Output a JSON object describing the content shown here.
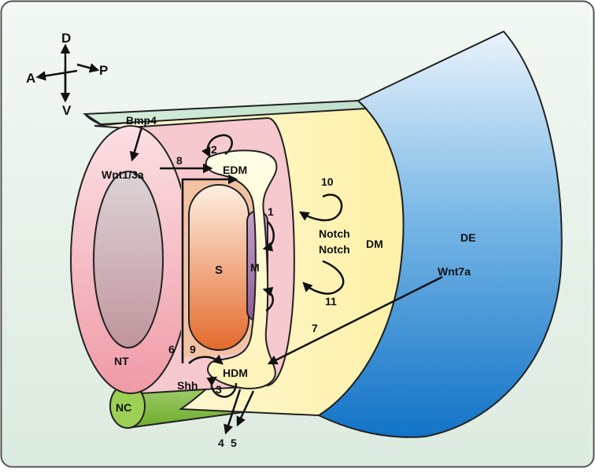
{
  "orientation": {
    "dorsal": "D",
    "ventral": "V",
    "anterior": "A",
    "posterior": "P"
  },
  "structures": {
    "neural_tube": "NT",
    "notochord": "NC",
    "sclerotome": "S",
    "myotome": "M",
    "dermomyotome": "DM",
    "dorsal_ectoderm": "DE",
    "edm": "EDM",
    "hdm": "HDM"
  },
  "signals": {
    "bmp4": "Bmp4",
    "wnt13a": "Wnt1/3a",
    "shh": "Shh",
    "wnt7a": "Wnt7a",
    "notch_1": "Notch",
    "notch_2": "Notch"
  },
  "numbers": {
    "n1": "1",
    "n2": "2",
    "n3": "3",
    "n4": "4",
    "n5": "5",
    "n6": "6",
    "n7": "7",
    "n8": "8",
    "n9": "9",
    "n10": "10",
    "n11": "11"
  },
  "colors": {
    "background": "#e8f2ea",
    "ectoderm_light": "#dcebf8",
    "ectoderm_dark": "#1a7fd0",
    "neural_tube": "#f3b9c0",
    "dermomyotome": "#fff6c6",
    "sclerotome_top": "#fbe1c9",
    "sclerotome_bottom": "#e6793d",
    "myotome": "#a577ae",
    "notochord": "#8ec63f",
    "lumen": "#c9a3aa"
  }
}
